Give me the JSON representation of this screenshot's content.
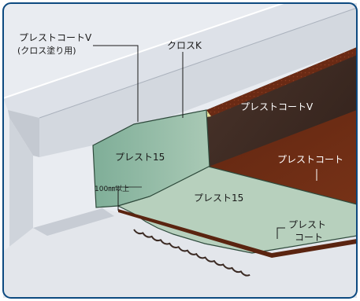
{
  "labels": {
    "top_coat_line1": "プレストコートV",
    "top_coat_line2": "(クロス塗り用)",
    "cross_k": "クロスK",
    "preset_coat_v": "プレストコートV",
    "preset15_wall": "プレスト15",
    "preset_coat": "プレストコート",
    "preset15_floor": "プレスト15",
    "preset_line1": "プレスト",
    "preset_line2": "コート",
    "overlap": "100㎜以上"
  },
  "colors": {
    "frame": "#0d4a80",
    "concrete_light": "#e9ecf1",
    "concrete_mid": "#c9ced6",
    "coping_top": "#dfe3e9",
    "membrane_green": "#8fb9a3",
    "coat_dark": "#3b2a23",
    "coat_brown": "#6a2a14",
    "mesh_yellow": "#d7ef6b",
    "mesh_cream": "#efeaa7"
  }
}
